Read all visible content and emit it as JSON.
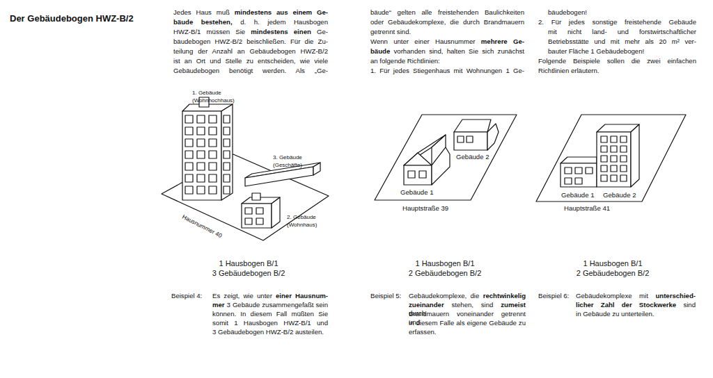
{
  "diagram": {
    "title": "Der Gebäudebogen HWZ-B/2",
    "labels": [
      "Jedes Haus muß",
      "mindestens aus einem Ge-",
      "bäude bestehen,",
      "d. h. jedem Hausbogen",
      "HWZ-B/1 müssen Sie",
      "mindestens einen",
      "Ge-",
      "bäudebogen HWZ-B/2 beischließen. Für die Zu-",
      "teilung der Anzahl an Gebäudebogen HWZ-B/2",
      "ist an Ort und Stelle zu entscheiden, wie viele",
      "Gebäudebogen benötigt werden. Als „Ge-",
      "bäude“ gelten alle freistehenden Baulichkeiten",
      "oder Gebäudekomplexe, die durch Brandmauern",
      "getrennt sind.",
      "Wenn unter einer Hausnummer",
      "mehrere Ge-",
      "bäude",
      "vorhanden sind, halten Sie sich zunächst",
      "an folgende Richtlinien:",
      "1. Für jedes Stiegenhaus mit Wohnungen 1 Ge-",
      "bäudebogen!",
      "2. Für jedes sonstige freistehende Gebäude",
      "mit nicht land- und forstwirtschaftlicher",
      "Betriebsstätte und mit mehr als 20 m² ver-",
      "bauter Fläche 1 Gebäudebogen!",
      "Folgende Beispiele sollen die zwei einfachen",
      "Richtlinien erläutern.",
      "1. Gebäude",
      "(Wohnhochhaus)",
      "3. Gebäude",
      "(Geschäfte)",
      "2. Gebäude",
      "(Wohnhaus)",
      "Hausnummer 40",
      "Gebäude 2",
      "Gebäude 1",
      "Hauptstraße 39",
      "Gebäude 1",
      "Gebäude 2",
      "Hauptstraße 41",
      "1 Hausbogen B/1",
      "3 Gebäudebogen B/2",
      "1 Hausbogen B/1",
      "2 Gebäudebogen B/2",
      "1 Hausbogen B/1",
      "2 Gebäudebogen B/2",
      "Beispiel 4:",
      "Es zeigt, wie unter",
      "einer Hausnum-",
      "mer",
      "3 Gebäude zusammengefaßt sein",
      "können. In diesem Fall müßten Sie",
      "somit 1 Hausbogen HWZ-B/1 und",
      "3 Gebäudebogen HWZ-B/2 austeilen.",
      "Beispiel 5:",
      "Gebäudekomplexe, die",
      "rechtwinkelig",
      "zueinander",
      "stehen, sind",
      "zumeist",
      "durch",
      "Brandmauern voneinander getrennt und",
      "in diesem Falle als eigene Gebäude zu",
      "erfassen.",
      "Beispiel 6:",
      "Gebäudekomplexe mit",
      "unterschied-",
      "licher Zahl der Stockwerke",
      "sind",
      "in Gebäude zu unterteilen."
    ]
  }
}
